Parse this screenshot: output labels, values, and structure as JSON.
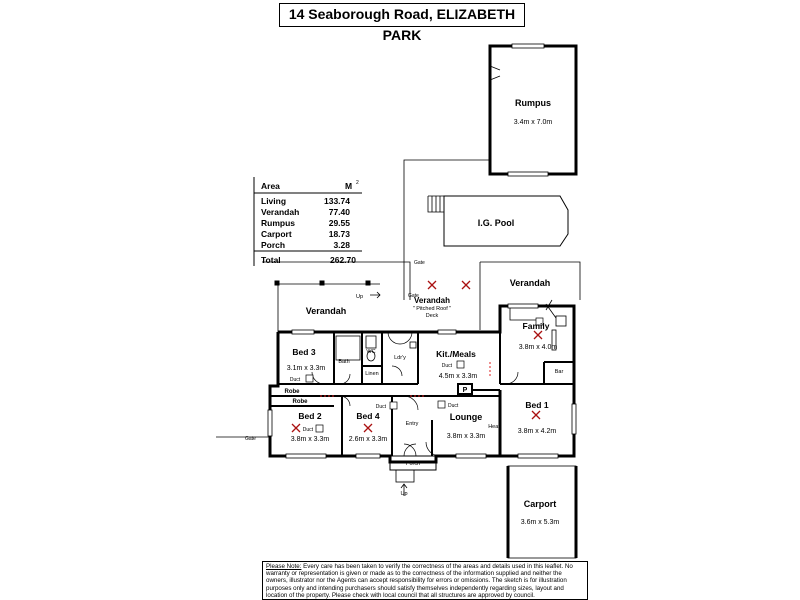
{
  "title": "14 Seaborough Road, ELIZABETH PARK",
  "area_table": {
    "header_label": "Area",
    "header_unit": "M",
    "header_sup": "2",
    "rows": [
      {
        "label": "Living",
        "value": "133.74"
      },
      {
        "label": "Verandah",
        "value": "77.40"
      },
      {
        "label": "Rumpus",
        "value": "29.55"
      },
      {
        "label": "Carport",
        "value": "18.73"
      },
      {
        "label": "Porch",
        "value": "3.28"
      }
    ],
    "total_label": "Total",
    "total_value": "262.70"
  },
  "rooms": {
    "rumpus": {
      "name": "Rumpus",
      "size": "3.4m x 7.0m"
    },
    "pool": {
      "name": "I.G. Pool"
    },
    "verandah_left": {
      "name": "Verandah"
    },
    "verandah_center": {
      "name": "Verandah",
      "sub1": "\" Pitched Roof \"",
      "sub2": "Deck"
    },
    "verandah_right": {
      "name": "Verandah"
    },
    "family": {
      "name": "Family",
      "size": "3.8m x 4.0m"
    },
    "bar": {
      "name": "Bar"
    },
    "bed3": {
      "name": "Bed 3",
      "size": "3.1m x 3.3m"
    },
    "bath": {
      "name": "Bath"
    },
    "wc": {
      "name": "WC"
    },
    "ldry": {
      "name": "Ldr'y"
    },
    "linen": {
      "name": "Linen"
    },
    "kit": {
      "name": "Kit./Meals",
      "size": "4.5m x 3.3m"
    },
    "robe1": {
      "name": "Robe"
    },
    "robe2": {
      "name": "Robe"
    },
    "bed2": {
      "name": "Bed 2",
      "size": "3.8m x 3.3m"
    },
    "bed4": {
      "name": "Bed 4",
      "size": "2.6m x 3.3m"
    },
    "entry": {
      "name": "Entry"
    },
    "lounge": {
      "name": "Lounge",
      "size": "3.8m x 3.3m"
    },
    "bed1": {
      "name": "Bed 1",
      "size": "3.8m x 4.2m"
    },
    "porch": {
      "name": "Porch"
    },
    "carport": {
      "name": "Carport",
      "size": "3.6m x 5.3m"
    }
  },
  "labels": {
    "gate": "Gate",
    "up": "Up",
    "duct": "Duct",
    "heat": "Heat",
    "pantry": "P"
  },
  "note": {
    "heading": "Please Note:",
    "text": "Every care has been taken to verify the correctness of the areas and details used in this leaflet. No warranty or representation is given or made as to the correctness of the information supplied and neither the owners, illustrator nor the Agents can accept responsibility for errors or omissions. The sketch is for illustration purposes only and intending purchasers should satisfy themselves independently regarding sizes, layout and location of the property. Please check with local council that all structures are approved by council."
  }
}
